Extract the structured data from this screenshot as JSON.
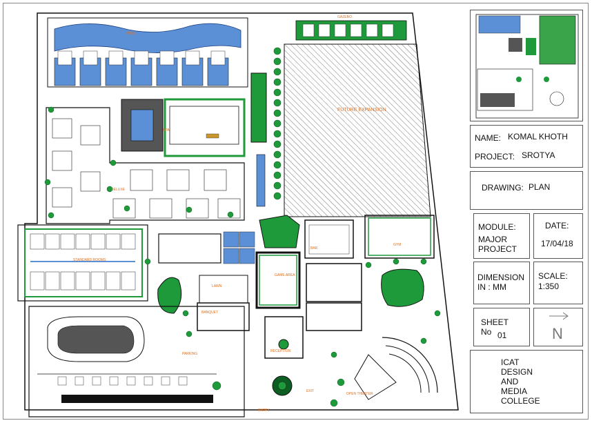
{
  "labels": {
    "gazebo": "GAZEBO",
    "pool": "POOL",
    "future_expansion": "FUTURE EXPANSION",
    "spa": "SPA",
    "deluxe": "DELUXE",
    "standard_rooms": "STANDARD ROOMS",
    "bar": "BAR",
    "gym": "GYM",
    "game_area": "GAME AREA",
    "lawn": "LAWN",
    "banquet": "BANQUET",
    "reception": "RECEPTION",
    "parking": "PARKING",
    "open_theater": "OPEN THEATER",
    "exit": "EXIT",
    "entry": "ENTRY"
  },
  "title_block": {
    "name_label": "NAME:",
    "name_value": "KOMAL KHOTH",
    "project_label": "PROJECT:",
    "project_value": "SROTYA",
    "drawing_label": "DRAWING:",
    "drawing_value": "PLAN",
    "module_label": "MODULE:",
    "module_value": "MAJOR\nPROJECT",
    "date_label": "DATE:",
    "date_value": "17/04/18",
    "dimension_label": "DIMENSION\n IN : MM",
    "scale_label": "SCALE:",
    "scale_value": "1:350",
    "sheet_label": "SHEET\nNo",
    "sheet_value": "01",
    "north_letter": "N",
    "college": "ICAT\nDESIGN\nAND\nMEDIA\nCOLLEGE"
  },
  "colors": {
    "pool_blue": "#5b8fd6",
    "green": "#1f9a3a",
    "dark_green": "#0d5e22",
    "label_orange": "#e07020"
  }
}
